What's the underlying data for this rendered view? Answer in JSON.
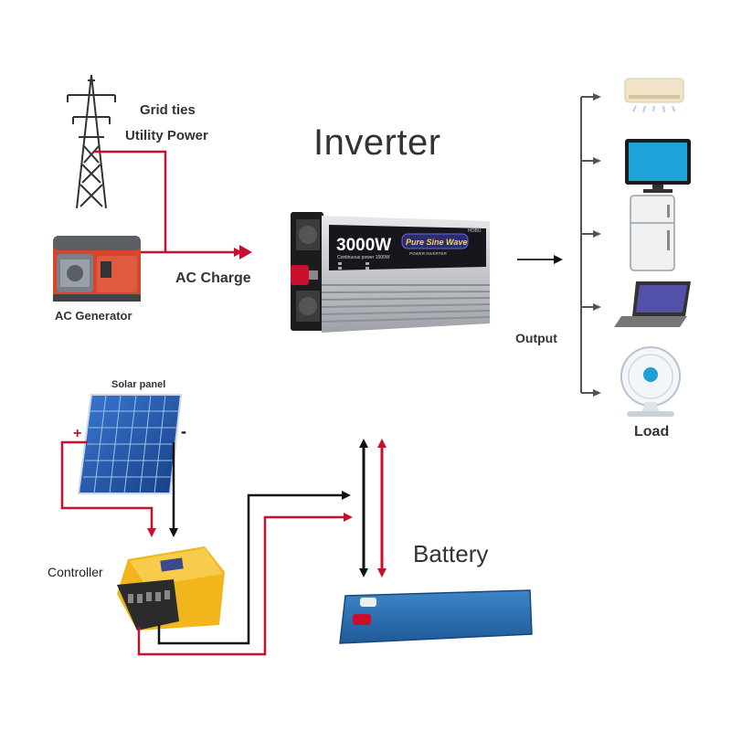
{
  "title": "Inverter",
  "labels": {
    "grid_line1": "Grid ties",
    "grid_line2": "Utility Power",
    "ac_charge": "AC Charge",
    "ac_generator": "AC Generator",
    "output": "Output",
    "load": "Load",
    "solar_panel": "Solar panel",
    "controller": "Controller",
    "battery": "Battery",
    "plus": "+",
    "minus": "-"
  },
  "inverter": {
    "wattage": "3000W",
    "badge": "Pure Sine Wave",
    "badge_sub": "POWER INVERTER",
    "continuous": "Continuous power 1500W",
    "brand": "HOBU"
  },
  "colors": {
    "red_wire": "#c8102e",
    "black_wire": "#111111",
    "panel_blue": "#1d4f9c",
    "controller_yellow": "#f2b51c",
    "battery_blue": "#2d6fb0"
  },
  "loads": [
    "air-conditioner-icon",
    "tv-icon",
    "refrigerator-icon",
    "laptop-icon",
    "fan-icon"
  ]
}
